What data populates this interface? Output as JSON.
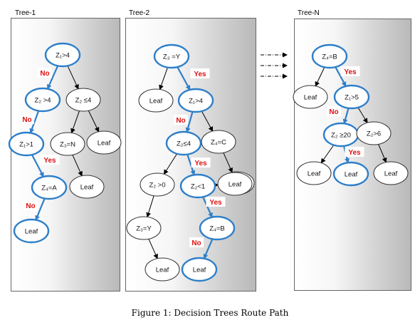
{
  "trees": [
    {
      "title": "Tree-1",
      "nodes": [
        {
          "id": "t1n1",
          "label": "Z₁>4",
          "path": true
        },
        {
          "id": "t1n2",
          "label": "Z₂ >4",
          "path": true
        },
        {
          "id": "t1n3",
          "label": "Z₂ ≤4",
          "path": false
        },
        {
          "id": "t1n4",
          "label": "Z₁>1",
          "path": true
        },
        {
          "id": "t1n5",
          "label": "Z₃=N",
          "path": false
        },
        {
          "id": "t1n6",
          "label": "Leaf",
          "path": false
        },
        {
          "id": "t1n7",
          "label": "Z₄=A",
          "path": true
        },
        {
          "id": "t1n8",
          "label": "Leaf",
          "path": false
        },
        {
          "id": "t1n9",
          "label": "Leaf",
          "path": true
        }
      ],
      "edge_labels": [
        "No",
        "No",
        "Yes",
        "No"
      ]
    },
    {
      "title": "Tree-2",
      "nodes": [
        {
          "id": "t2n1",
          "label": "Z₃ =Y",
          "path": true
        },
        {
          "id": "t2n2",
          "label": "Leaf",
          "path": false
        },
        {
          "id": "t2n3",
          "label": "Z₁>4",
          "path": true
        },
        {
          "id": "t2n4",
          "label": "Z₂≤4",
          "path": true
        },
        {
          "id": "t2n5",
          "label": "Z₄=C",
          "path": false
        },
        {
          "id": "t2n6",
          "label": "Leaf",
          "path": false
        },
        {
          "id": "t2n7",
          "label": "Z₂ >0",
          "path": false
        },
        {
          "id": "t2n8",
          "label": "Z₂<1",
          "path": true
        },
        {
          "id": "t2n9",
          "label": "Leaf",
          "path": false
        },
        {
          "id": "t2n10",
          "label": "Z₃=Y",
          "path": false
        },
        {
          "id": "t2n11",
          "label": "Z₄=B",
          "path": true
        },
        {
          "id": "t2n12",
          "label": "Leaf",
          "path": false
        },
        {
          "id": "t2n13",
          "label": "Leaf",
          "path": true
        }
      ],
      "edge_labels": [
        "Yes",
        "No",
        "Yes",
        "Yes",
        "No"
      ]
    },
    {
      "title": "Tree-N",
      "nodes": [
        {
          "id": "tnn1",
          "label": "Z₄=B",
          "path": true
        },
        {
          "id": "tnn2",
          "label": "Leaf",
          "path": false
        },
        {
          "id": "tnn3",
          "label": "Z₁>5",
          "path": true
        },
        {
          "id": "tnn4",
          "label": "Z₂ ≥20",
          "path": true
        },
        {
          "id": "tnn5",
          "label": "Z₂>6",
          "path": false
        },
        {
          "id": "tnn6",
          "label": "Leaf",
          "path": false
        },
        {
          "id": "tnn7",
          "label": "Leaf",
          "path": true
        },
        {
          "id": "tnn8",
          "label": "Leaf",
          "path": false
        }
      ],
      "edge_labels": [
        "Yes",
        "No",
        "Yes"
      ]
    }
  ],
  "caption": "Figure 1: Decision Trees Route Path",
  "colors": {
    "path_stroke": "#2e7fc9",
    "normal_stroke": "#333333",
    "edge_label": "#e01010",
    "arrow": "#000000"
  }
}
